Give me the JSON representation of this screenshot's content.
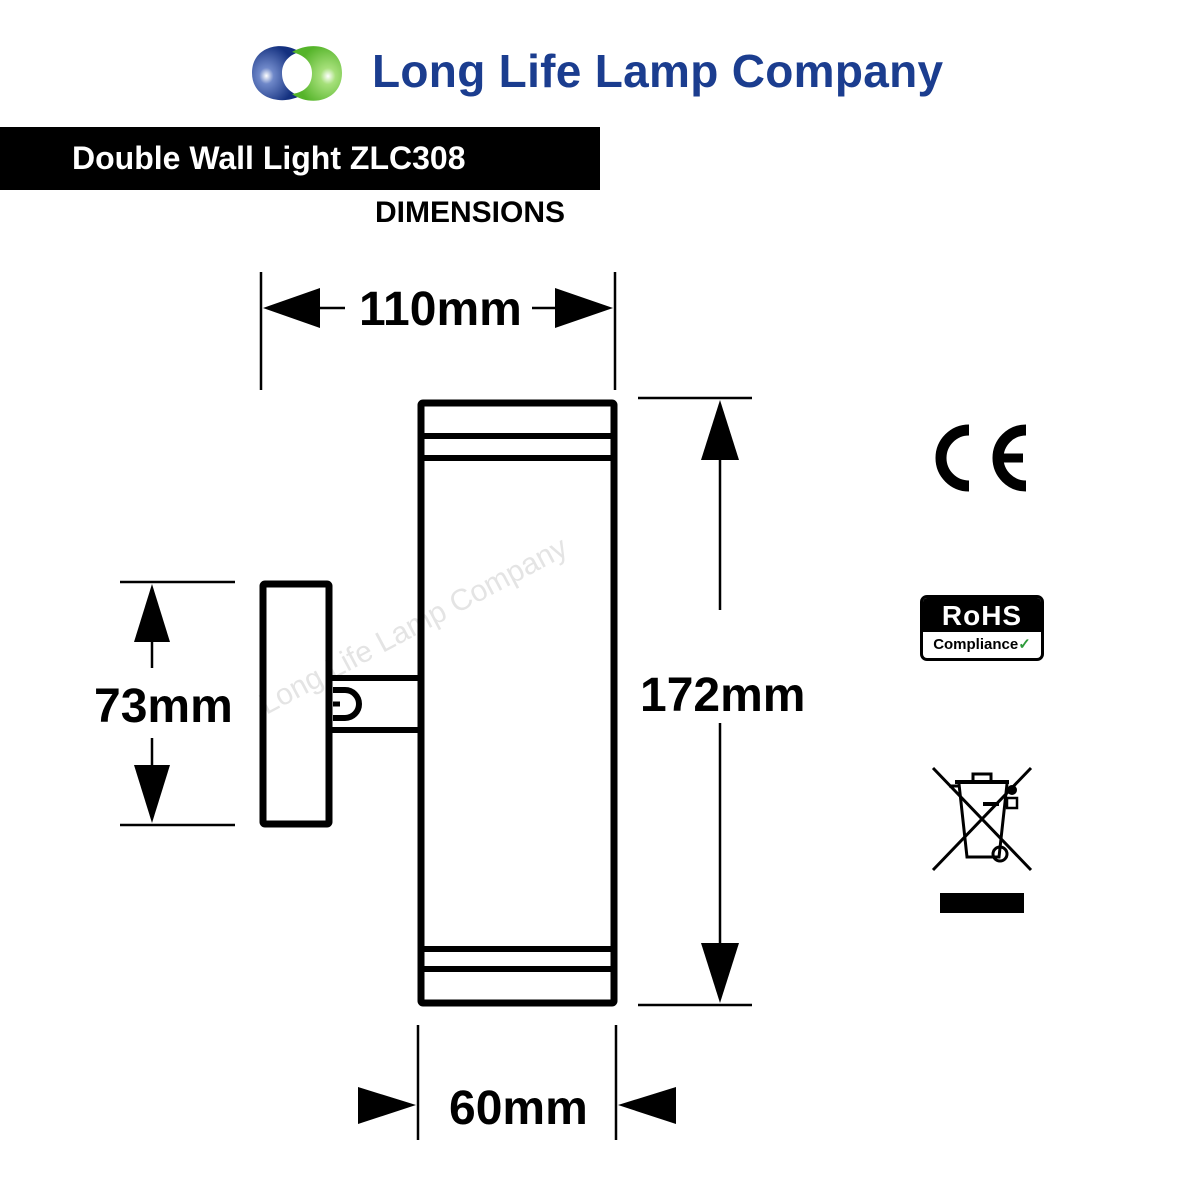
{
  "header": {
    "brand_name": "Long Life Lamp Company",
    "logo_icon": "two-interlocking-rings-logo",
    "colors": {
      "brand_blue": "#1b3d8f",
      "logo_green": "#6cc13a",
      "logo_blue": "#1b3d8f"
    }
  },
  "product": {
    "title": "Double Wall Light ZLC308",
    "subtitle": "DIMENSIONS"
  },
  "dimensions": {
    "overall_depth": "110mm",
    "height": "172mm",
    "bracket_height": "73mm",
    "body_width": "60mm"
  },
  "watermark": "Long Life Lamp Company",
  "certifications": {
    "ce": "CE",
    "rohs_title": "RoHS",
    "rohs_subtitle": "Compliance",
    "rohs_check": "✓",
    "weee_icon": "crossed-out-wheelie-bin-icon"
  }
}
